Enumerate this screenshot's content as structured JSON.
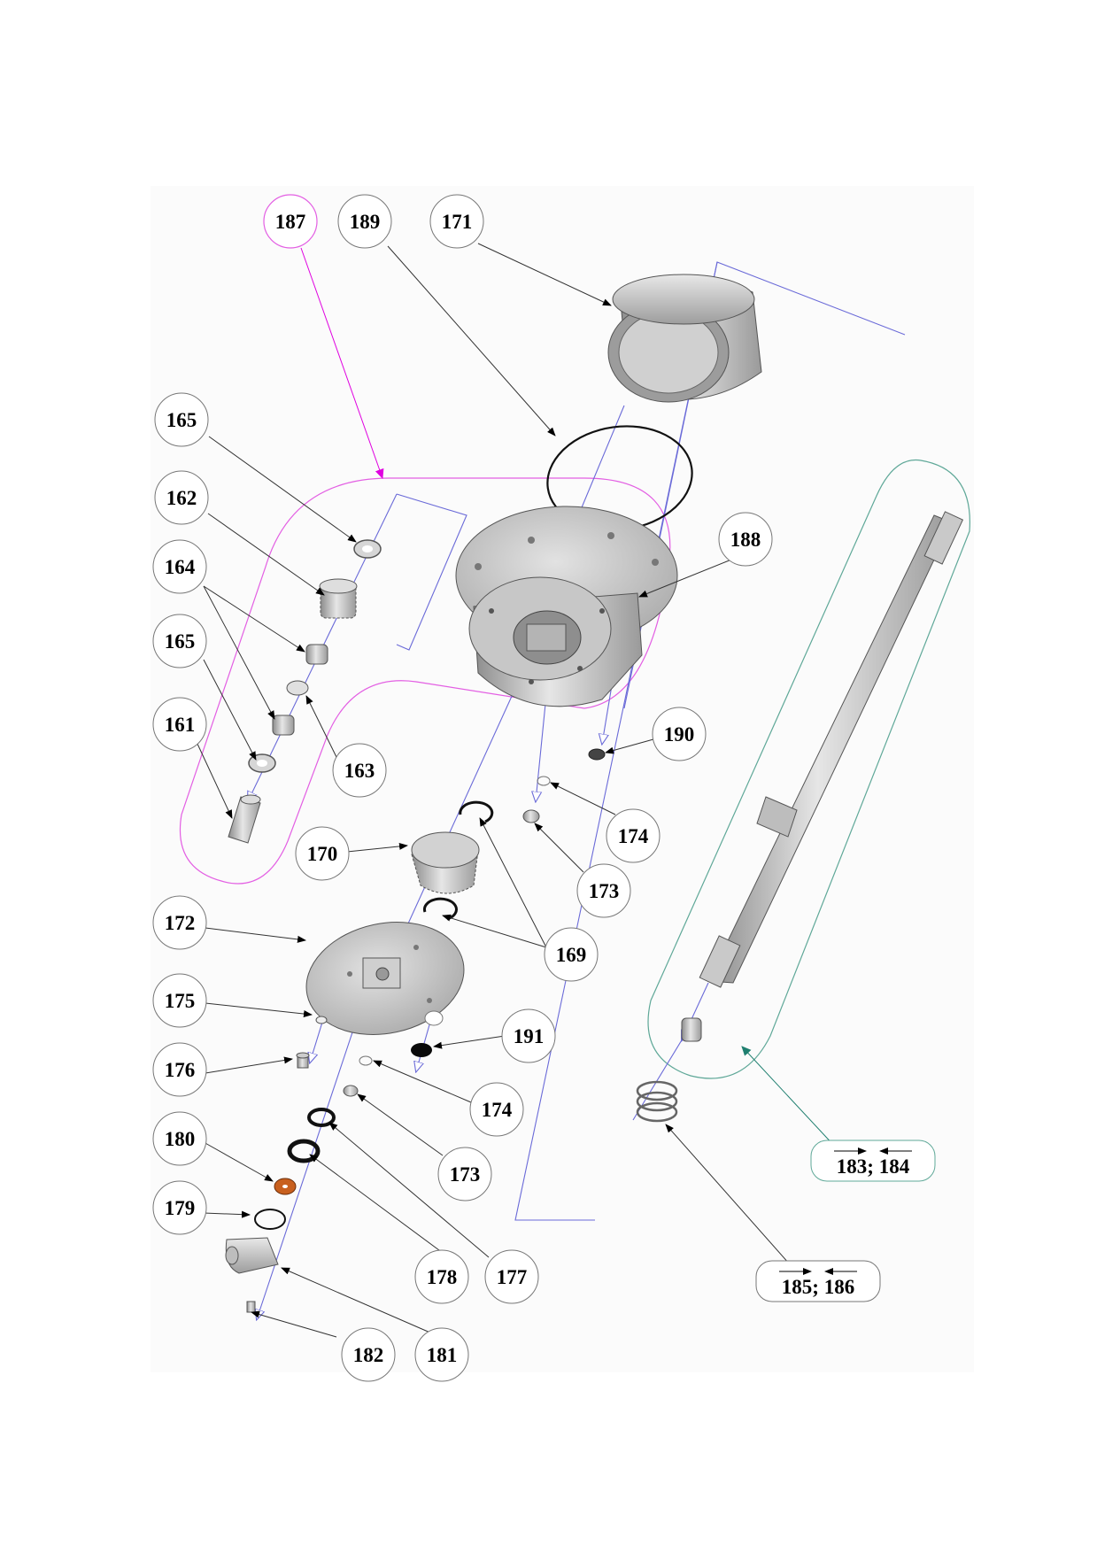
{
  "diagram": {
    "kind": "exploded parts view",
    "callouts": {
      "c187": "187",
      "c189": "189",
      "c171": "171",
      "c165a": "165",
      "c162": "162",
      "c164": "164",
      "c165b": "165",
      "c161": "161",
      "c163": "163",
      "c188": "188",
      "c190": "190",
      "c174a": "174",
      "c173a": "173",
      "c170": "170",
      "c169": "169",
      "c172": "172",
      "c175": "175",
      "c176": "176",
      "c191": "191",
      "c174b": "174",
      "c173b": "173",
      "c180": "180",
      "c179": "179",
      "c178": "178",
      "c177": "177",
      "c182": "182",
      "c181": "181"
    },
    "group_labels": {
      "g183_184": "183; 184",
      "g185_186": "185; 186"
    },
    "colors": {
      "group_187_outline": "#e35fe3",
      "group_187_arrow": "#e000e0",
      "group_183_outline": "#5fa898",
      "group_183_arrow": "#1f7f6f",
      "assembly_axis": "#6a6ad8",
      "part_metal": "#b9b9b9",
      "washer_orange": "#c8601e",
      "plug_black": "#0a0a0a"
    }
  }
}
